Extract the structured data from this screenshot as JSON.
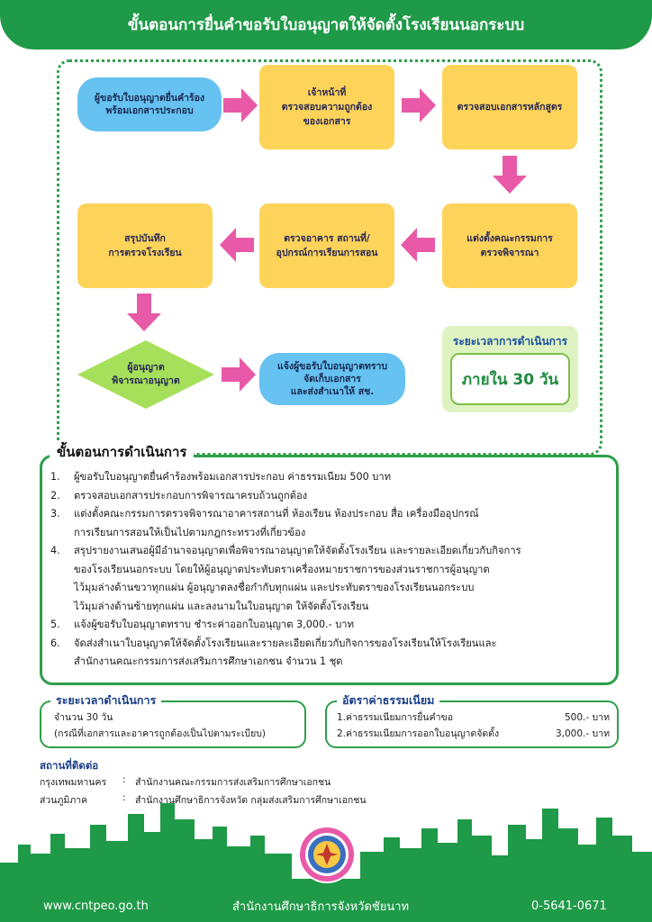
{
  "header": {
    "title": "ขั้นตอนการยื่นคำขอรับใบอนุญาตให้จัดตั้งโรงเรียนนอกระบบ"
  },
  "flow": {
    "apply": "ผู้ขอรับใบอนุญาตยื่นคำร้อง\nพร้อมเอกสารประกอบ",
    "officer": "เจ้าหน้าที่\nตรวจสอบความถูกต้อง\nของเอกสาร",
    "curriculum": "ตรวจสอบเอกสารหลักสูตร",
    "committee": "แต่งตั้งคณะกรรมการ\nตรวจพิจารณา",
    "building": "ตรวจอาคาร สถานที่/\nอุปกรณ์การเรียนการสอน",
    "summary": "สรุปบันทึก\nการตรวจโรงเรียน",
    "approver": "ผู้อนุญาต\nพิจารณาอนุญาต",
    "notify": "แจ้งผู้ขอรับใบอนุญาตทราบ\nจัดเก็บเอกสาร\nและส่งสำเนาให้ สช."
  },
  "duration_box": {
    "title": "ระยะเวลาการดำเนินการ",
    "value": "ภายใน 30 วัน"
  },
  "steps": {
    "title": "ขั้นตอนการดำเนินการ",
    "items": [
      {
        "num": "1.",
        "lines": [
          "ผู้ขอรับใบอนุญาตยื่นคำร้องพร้อมเอกสารประกอบ ค่าธรรมเนียม 500 บาท"
        ]
      },
      {
        "num": "2.",
        "lines": [
          "ตรวจสอบเอกสารประกอบการพิจารณาครบถ้วนถูกต้อง"
        ]
      },
      {
        "num": "3.",
        "lines": [
          "แต่งตั้งคณะกรรมการตรวจพิจารณาอาคารสถานที่ ห้องเรียน  ห้องประกอบ สื่อ เครื่องมืออุปกรณ์",
          "การเรียนการสอนให้เป็นไปตามกฎกระทรวงที่เกี่ยวข้อง"
        ]
      },
      {
        "num": "4.",
        "lines": [
          "สรุปรายงานเสนอผู้มีอำนาจอนุญาตเพื่อพิจารณาอนุญาตให้จัดตั้งโรงเรียน และรายละเอียดเกี่ยวกับกิจการ",
          "ของโรงเรียนนอกระบบ โดยให้ผู้อนุญาตประทับตราเครื่องหมายราชการของส่วนราชการผู้อนุญาต",
          "ไว้มุมล่างด้านขวาทุกแผ่น  ผู้อนุญาตลงชื่อกำกับทุกแผ่น และประทับตราของโรงเรียนนอกระบบ",
          "ไว้มุมล่างด้านซ้ายทุกแผ่น และลงนามในใบอนุญาต ให้จัดตั้งโรงเรียน"
        ]
      },
      {
        "num": "5.",
        "lines": [
          "แจ้งผู้ขอรับใบอนุญาตทราบ ชำระค่าออกใบอนุญาต 3,000.- บาท"
        ]
      },
      {
        "num": "6.",
        "lines": [
          "จัดส่งสำเนาใบอนุญาตให้จัดตั้งโรงเรียนและรายละเอียดเกี่ยวกับกิจการของโรงเรียนให้โรงเรียนและ",
          "สำนักงานคณะกรรมการส่งเสริมการศึกษาเอกชน  จำนวน  1 ชุด"
        ]
      }
    ]
  },
  "duration": {
    "title": "ระยะเวลาดำเนินการ",
    "line1": "จำนวน 30 วัน",
    "line2": "(กรณีที่เอกสารและอาคารถูกต้องเป็นไปตามระเบียบ)"
  },
  "fees": {
    "title": "อัตราค่าธรรมเนียม",
    "rows": [
      {
        "label": "1.ค่าธรรมเนียมการยื่นคำขอ",
        "amount": "500.- บาท"
      },
      {
        "label": "2.ค่าธรรมเนียมการออกใบอนุญาตจัดตั้ง",
        "amount": "3,000.- บาท"
      }
    ]
  },
  "contact": {
    "title": "สถานที่ติดต่อ",
    "rows": [
      {
        "area": "กรุงเทพมหานคร",
        "sep": ":",
        "office": "สำนักงานคณะกรรมการส่งเสริมการศึกษาเอกชน"
      },
      {
        "area": "ส่วนภูมิภาค",
        "sep": ":",
        "office": "สำนักงานศึกษาธิการจังหวัด  กลุ่มส่งเสริมการศึกษาเอกชน"
      }
    ]
  },
  "footer": {
    "website": "www.cntpeo.go.th",
    "office": "สำนักงานศึกษาธิการจังหวัดชัยนาท",
    "phone": "0-5641-0671"
  },
  "colors": {
    "green": "#1f9a48",
    "blue_pill": "#66c2f0",
    "yellow_box": "#fdd35a",
    "pink_arrow": "#e85aa8",
    "light_green": "#dff3c2"
  }
}
